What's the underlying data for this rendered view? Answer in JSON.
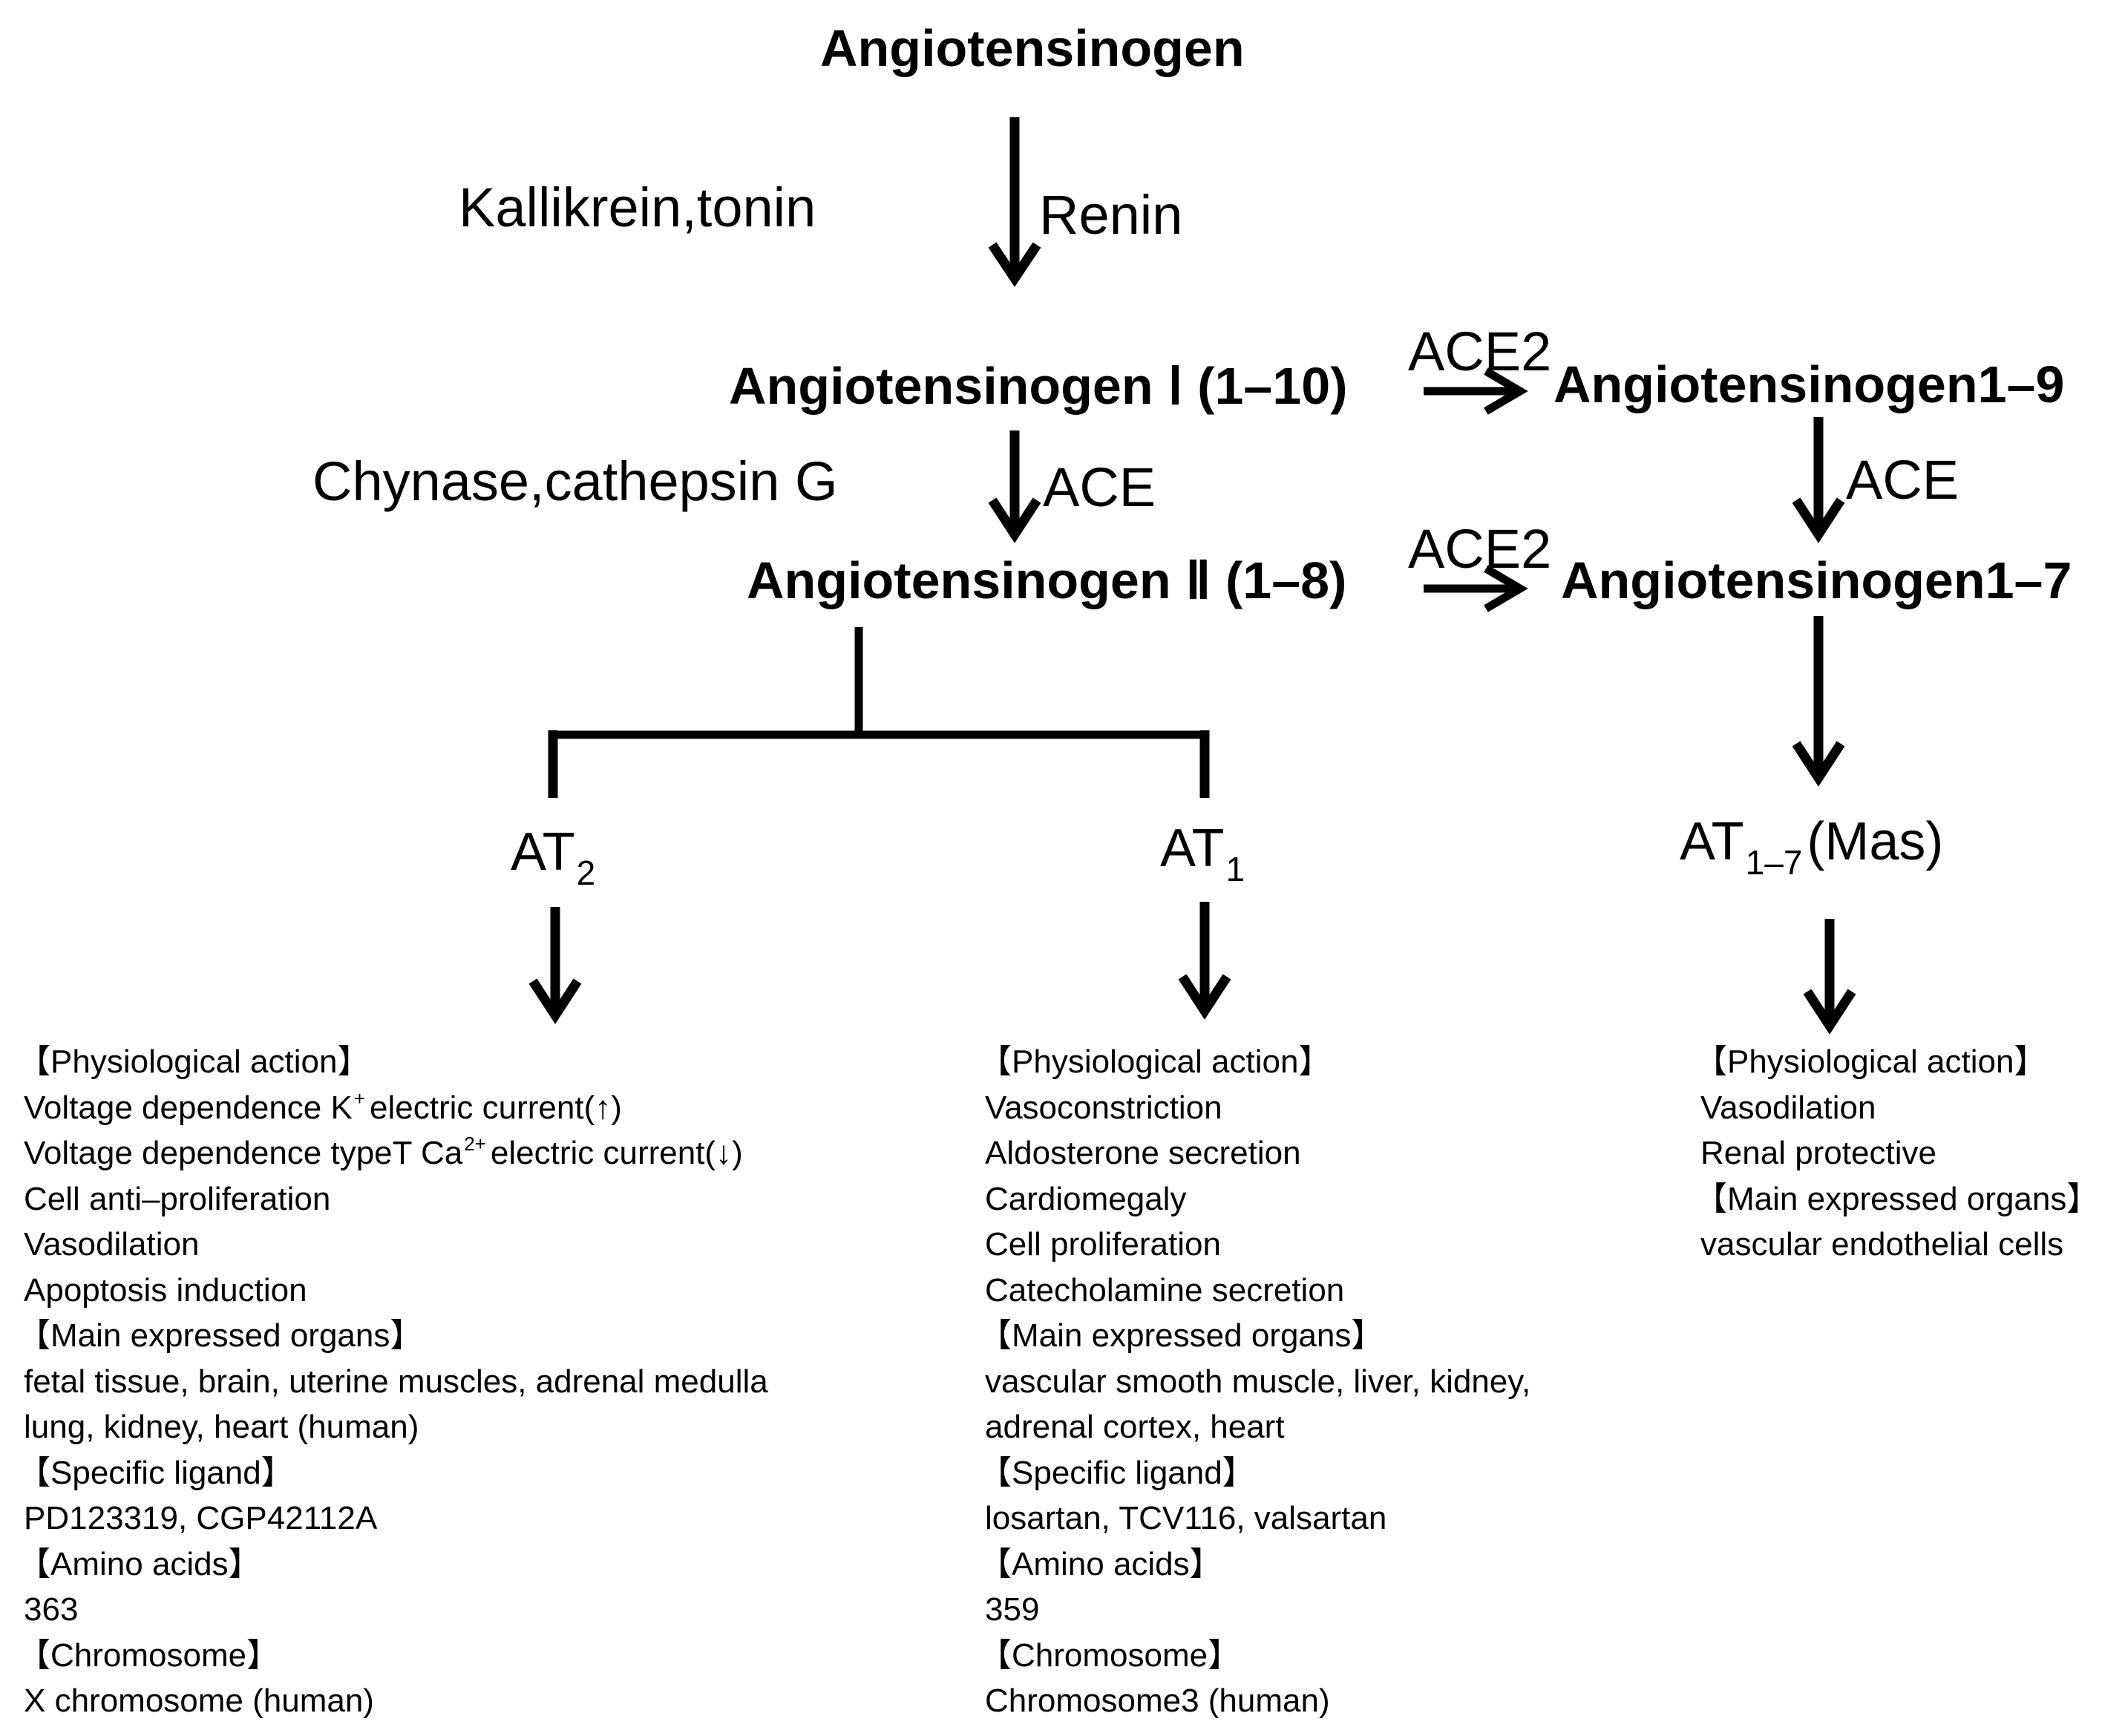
{
  "nodes": {
    "angiotensinogen": "Angiotensinogen",
    "ang1": "Angiotensinogen Ⅰ (1–10)",
    "ang1_9": "Angiotensinogen1–9",
    "ang2": "Angiotensinogen Ⅱ (1–8)",
    "ang1_7": "Angiotensinogen1–7"
  },
  "enzymes": {
    "renin": "Renin",
    "kallikrein": "Kallikrein,tonin",
    "ace_left": "ACE",
    "chymase": "Chynase,cathepsin G",
    "ace2_top": "ACE2",
    "ace2_bottom": "ACE2",
    "ace_right": "ACE"
  },
  "receptors": {
    "at2": {
      "base": "AT",
      "sub": "2"
    },
    "at1": {
      "base": "AT",
      "sub": "1"
    },
    "mas": {
      "base": "AT",
      "sub": "1–7",
      "suffix": "(Mas)"
    }
  },
  "at2_info": {
    "physiological_header": "【Physiological action】",
    "k_current": {
      "pre": "Voltage dependence K",
      "sup": "+",
      "post": "electric current(↑)"
    },
    "ca_current": {
      "pre": "Voltage dependence typeT Ca",
      "sup": "2+",
      "post": "electric current(↓)"
    },
    "actions": [
      "Cell anti–proliferation",
      "Vasodilation",
      "Apoptosis induction"
    ],
    "organs_header": "【Main expressed organs】",
    "organs": [
      "fetal tissue, brain, uterine muscles, adrenal medulla",
      "lung, kidney, heart (human)"
    ],
    "ligand_header": "【Specific ligand】",
    "ligand": "PD123319, CGP42112A",
    "amino_header": "【Amino acids】",
    "amino": "363",
    "chromosome_header": "【Chromosome】",
    "chromosome": "X chromosome (human)"
  },
  "at1_info": {
    "physiological_header": "【Physiological action】",
    "actions": [
      "Vasoconstriction",
      "Aldosterone secretion",
      "Cardiomegaly",
      "Cell proliferation",
      "Catecholamine secretion"
    ],
    "organs_header": "【Main expressed organs】",
    "organs": [
      "vascular smooth muscle, liver, kidney,",
      "adrenal cortex, heart"
    ],
    "ligand_header": "【Specific ligand】",
    "ligand": "losartan, TCV116, valsartan",
    "amino_header": "【Amino acids】",
    "amino": "359",
    "chromosome_header": "【Chromosome】",
    "chromosome": "Chromosome3 (human)"
  },
  "mas_info": {
    "physiological_header": "【Physiological action】",
    "actions": [
      "Vasodilation",
      "Renal protective"
    ],
    "organs_header": "【Main expressed organs】",
    "organs": [
      "vascular endothelial cells"
    ]
  }
}
